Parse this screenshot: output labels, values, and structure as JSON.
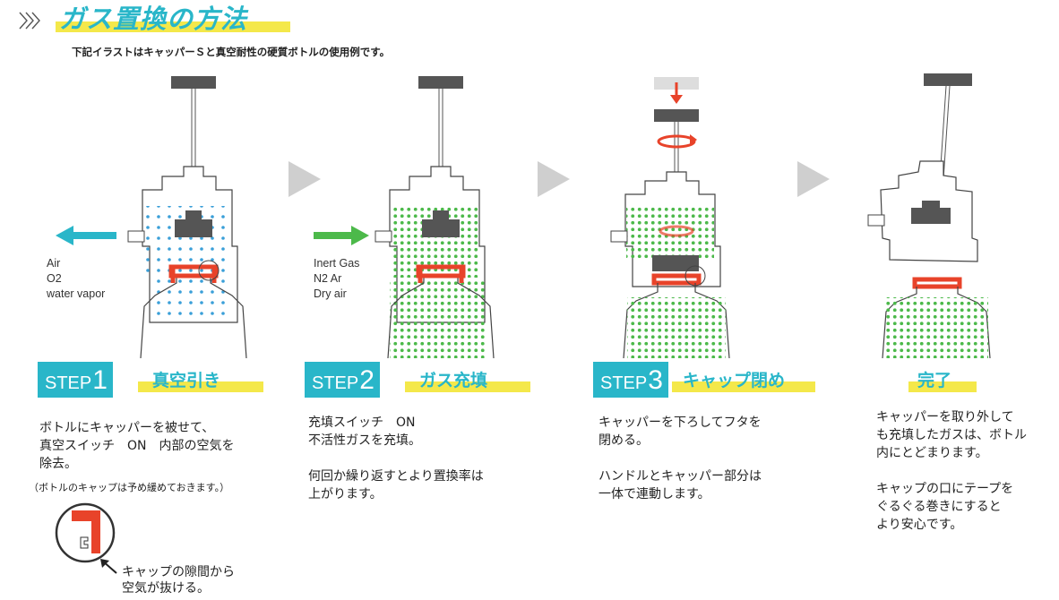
{
  "header": {
    "title": "ガス置換の方法",
    "subtitle": "下記イラストはキャッパーＳと真空耐性の硬質ボトルの使用例です。"
  },
  "steps": [
    {
      "word": "STEP",
      "num": "1",
      "title": "真空引き",
      "desc": [
        "ボトルにキャッパーを被せて、",
        "真空スイッチ　ON　内部の空気を",
        "除去。"
      ],
      "note": "（ボトルのキャップは予め緩めておきます。）"
    },
    {
      "word": "STEP",
      "num": "2",
      "title": "ガス充填",
      "desc": [
        "充填スイッチ　ON",
        "不活性ガスを充填。",
        "",
        "何回か繰り返すとより置換率は",
        "上がります。"
      ]
    },
    {
      "word": "STEP",
      "num": "3",
      "title": "キャップ閉め",
      "desc": [
        "キャッパーを下ろしてフタを",
        "閉める。",
        "",
        "ハンドルとキャッパー部分は",
        "一体で連動します。"
      ]
    },
    {
      "title": "完了",
      "desc": [
        "キャッパーを取り外して",
        "も充填したガスは、ボトル",
        "内にとどまります。",
        "",
        "キャップの口にテープを",
        "ぐるぐる巻きにすると",
        "より安心です。"
      ]
    }
  ],
  "gas_out": [
    "Air",
    "O2",
    "water vapor"
  ],
  "gas_in": [
    "Inert Gas",
    "N2 Ar",
    "Dry air"
  ],
  "callout": [
    "キャップの隙間から",
    "空気が抜ける。"
  ],
  "colors": {
    "accent": "#29b6c9",
    "highlight": "#f4e84a",
    "cap": "#e8432a",
    "gas_in": "#4cb94a",
    "air_dot": "#3a9fd8",
    "arrow": "#cfcfcf"
  }
}
